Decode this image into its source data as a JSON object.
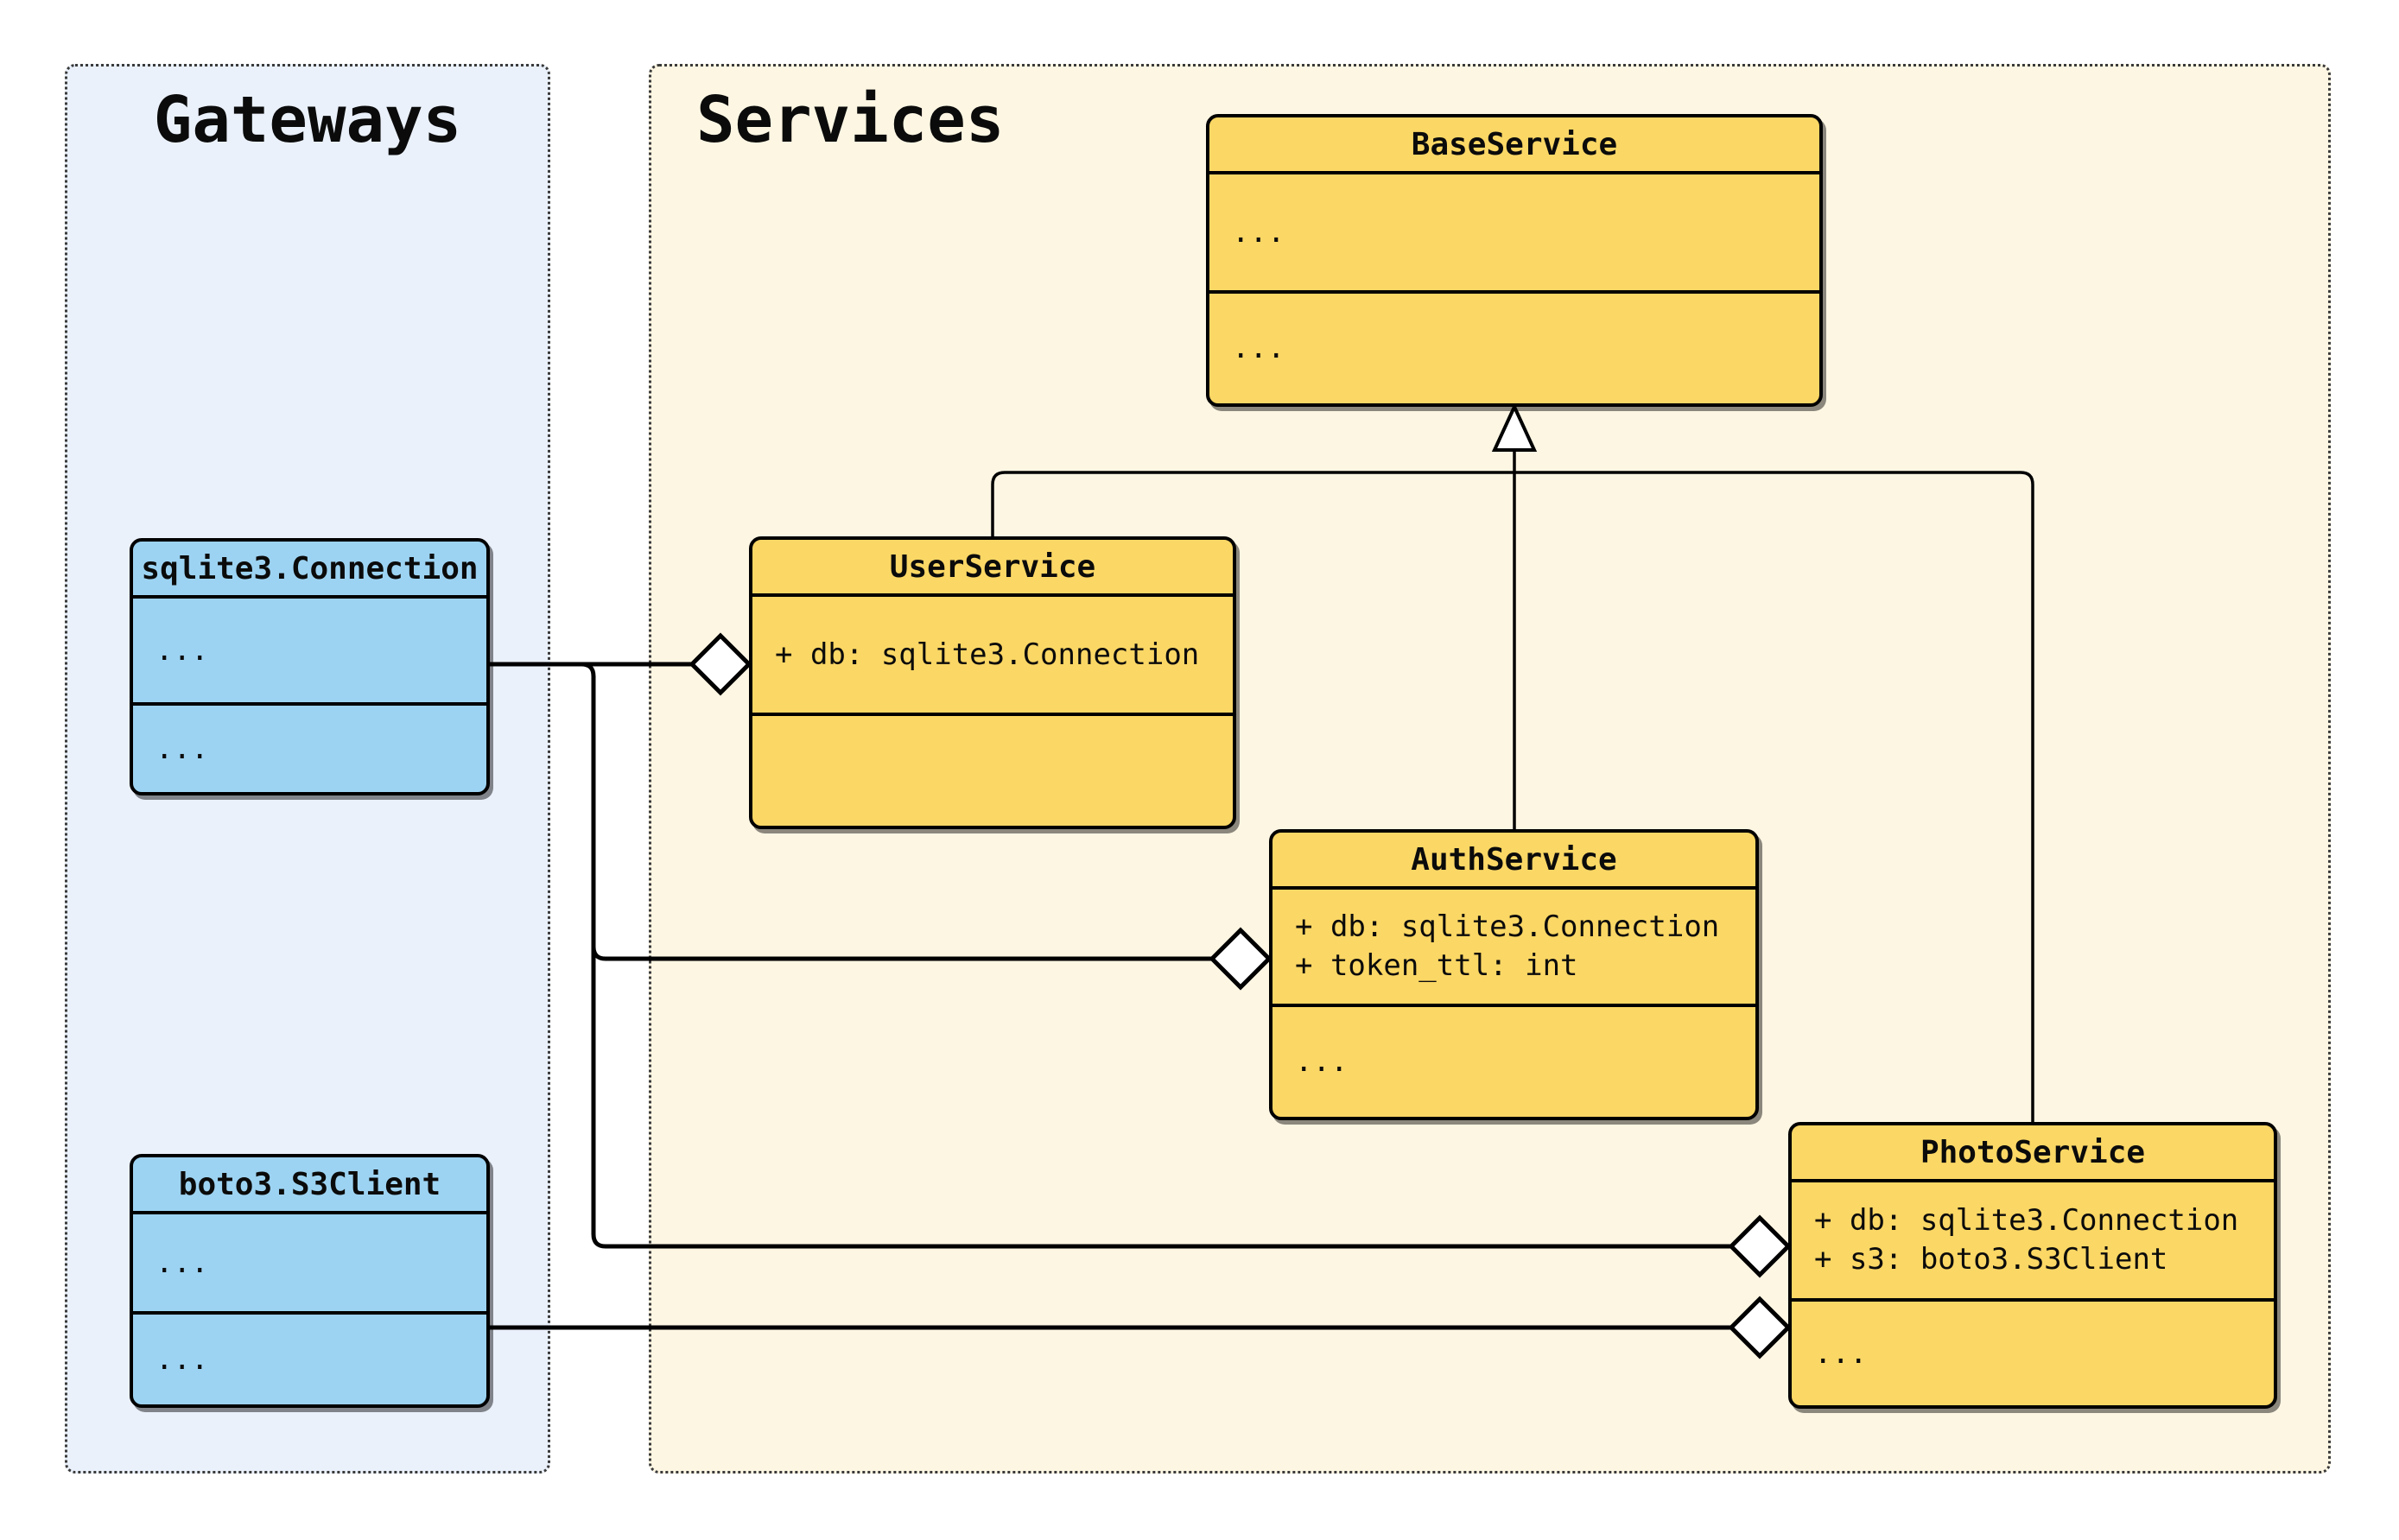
{
  "diagram": {
    "panels": {
      "gateways": {
        "title": "Gateways"
      },
      "services": {
        "title": "Services"
      }
    },
    "classes": {
      "sqlite3_connection": {
        "name": "sqlite3.Connection",
        "attributes": [
          "..."
        ],
        "methods": [
          "..."
        ]
      },
      "boto3_s3client": {
        "name": "boto3.S3Client",
        "attributes": [
          "..."
        ],
        "methods": [
          "..."
        ]
      },
      "base_service": {
        "name": "BaseService",
        "attributes": [
          "..."
        ],
        "methods": [
          "..."
        ]
      },
      "user_service": {
        "name": "UserService",
        "attributes": [
          "+ db: sqlite3.Connection"
        ],
        "methods": []
      },
      "auth_service": {
        "name": "AuthService",
        "attributes": [
          "+ db: sqlite3.Connection",
          "+ token_ttl: int"
        ],
        "methods": [
          "..."
        ]
      },
      "photo_service": {
        "name": "PhotoService",
        "attributes": [
          "+ db: sqlite3.Connection",
          "+ s3: boto3.S3Client"
        ],
        "methods": [
          "..."
        ]
      }
    },
    "relations": {
      "inheritance": [
        {
          "child": "UserService",
          "parent": "BaseService"
        },
        {
          "child": "AuthService",
          "parent": "BaseService"
        },
        {
          "child": "PhotoService",
          "parent": "BaseService"
        }
      ],
      "aggregation": [
        {
          "part": "sqlite3.Connection",
          "whole": "UserService"
        },
        {
          "part": "sqlite3.Connection",
          "whole": "AuthService"
        },
        {
          "part": "sqlite3.Connection",
          "whole": "PhotoService"
        },
        {
          "part": "boto3.S3Client",
          "whole": "PhotoService"
        }
      ]
    },
    "colors": {
      "gateway_fill": "#9DD3F2",
      "service_fill": "#FBD765",
      "gateways_panel_bg": "#EAF1FB",
      "services_panel_bg": "#FDF6E3",
      "connector_fill": "#FFFFFF",
      "line": "#000000"
    }
  }
}
